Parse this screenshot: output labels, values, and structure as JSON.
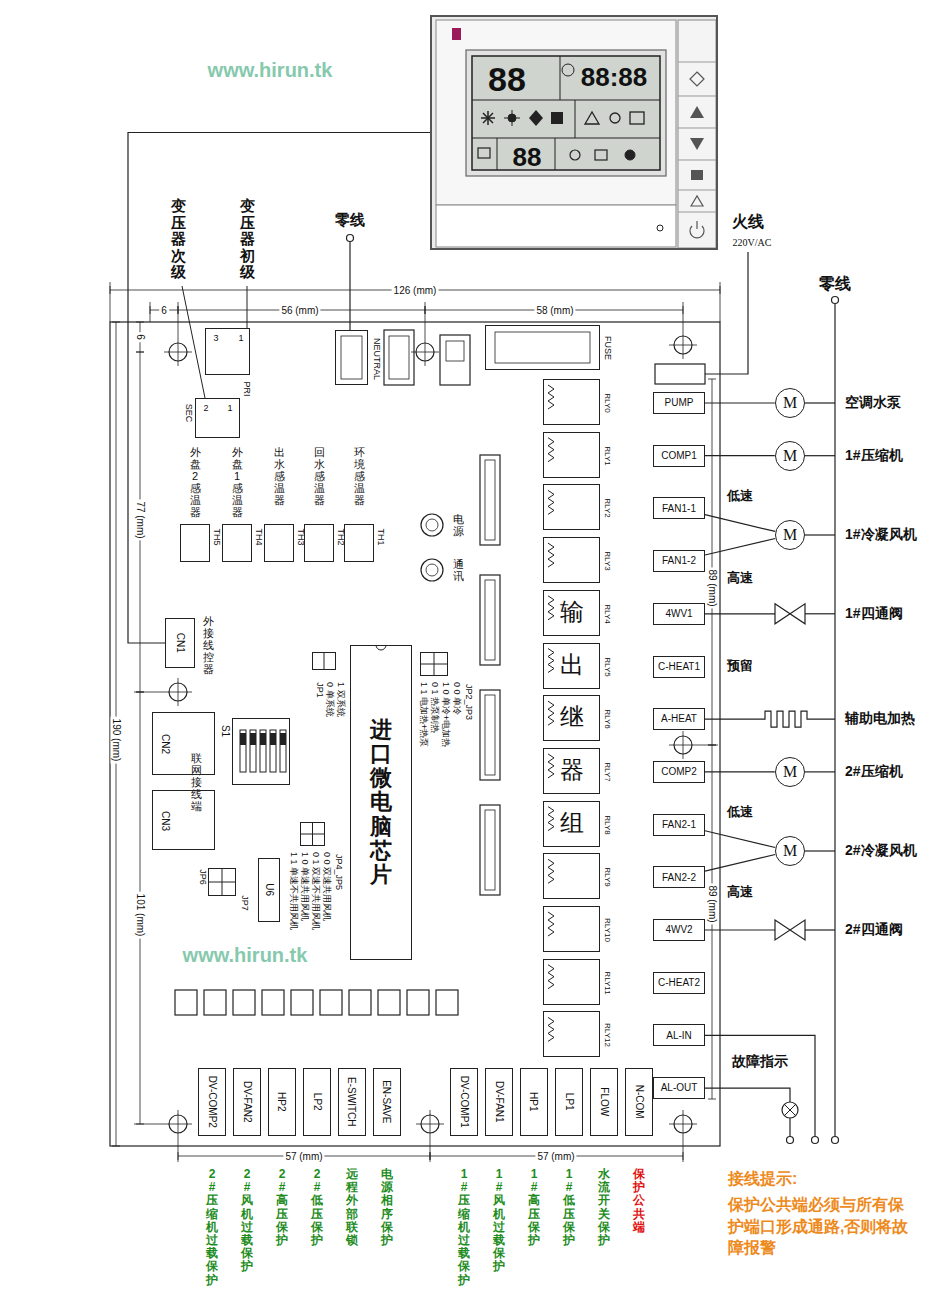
{
  "diagram": {
    "nodes": [
      {
        "text": [
          "88",
          "88:88",
          "88"
        ]
      },
      {
        "text": [
          "3",
          "1",
          "PRI"
        ]
      },
      {
        "text": [
          "NEUTRAL"
        ]
      },
      {
        "text": [
          "FUSE"
        ]
      },
      {
        "text": [
          "2",
          "1",
          "SEC"
        ]
      },
      {
        "text": [
          "TH5"
        ]
      },
      {
        "text": [
          "TH4"
        ]
      },
      {
        "text": [
          "TH3"
        ]
      },
      {
        "text": [
          "TH2"
        ]
      },
      {
        "text": [
          "TH1"
        ]
      },
      {
        "text": [
          "CN1"
        ]
      },
      {
        "text": [
          "JP1"
        ]
      },
      {
        "text": [
          "JP2_JP3"
        ]
      },
      {
        "text": [
          "进口微电脑芯片"
        ]
      },
      {
        "text": [
          "CN2"
        ]
      },
      {
        "text": [
          "S1"
        ]
      },
      {
        "text": [
          "CN3"
        ]
      },
      {
        "text": [
          "JP4_JP5"
        ]
      },
      {
        "text": [
          "JP6",
          "JP7"
        ]
      },
      {
        "text": [
          "U6"
        ]
      },
      {
        "text": [
          "RLY0"
        ]
      },
      {
        "text": [
          "RLY1"
        ]
      },
      {
        "text": [
          "RLY2"
        ]
      },
      {
        "text": [
          "RLY3"
        ]
      },
      {
        "text": [
          "输",
          "RLY4"
        ]
      },
      {
        "text": [
          "出",
          "RLY5"
        ]
      },
      {
        "text": [
          "继",
          "RLY6"
        ]
      },
      {
        "text": [
          "器",
          "RLY7"
        ]
      },
      {
        "text": [
          "组",
          "RLY8"
        ]
      },
      {
        "text": [
          "RLY9"
        ]
      },
      {
        "text": [
          "RLY10"
        ]
      },
      {
        "text": [
          "RLY11"
        ]
      },
      {
        "text": [
          "RLY12"
        ]
      },
      {
        "text": [
          "PUMP"
        ]
      },
      {
        "text": [
          "COMP1"
        ]
      },
      {
        "text": [
          "FAN1-1"
        ]
      },
      {
        "text": [
          "FAN1-2"
        ]
      },
      {
        "text": [
          "4WV1"
        ]
      },
      {
        "text": [
          "C-HEAT1"
        ]
      },
      {
        "text": [
          "A-HEAT"
        ]
      },
      {
        "text": [
          "COMP2"
        ]
      },
      {
        "text": [
          "FAN2-1"
        ]
      },
      {
        "text": [
          "FAN2-2"
        ]
      },
      {
        "text": [
          "4WV2"
        ]
      },
      {
        "text": [
          "C-HEAT2"
        ]
      },
      {
        "text": [
          "AL-IN"
        ]
      },
      {
        "text": [
          "AL-OUT"
        ]
      },
      {
        "text": [
          "M"
        ]
      },
      {
        "text": [
          "M"
        ]
      },
      {
        "text": [
          "M"
        ]
      },
      {
        "text": [
          "M"
        ]
      },
      {
        "text": [
          "M"
        ]
      },
      {
        "text": [
          "DV-COMP2"
        ]
      },
      {
        "text": [
          "DV-FAN2"
        ]
      },
      {
        "text": [
          "HP2"
        ]
      },
      {
        "text": [
          "LP2"
        ]
      },
      {
        "text": [
          "E-SWITCH"
        ]
      },
      {
        "text": [
          "EN-SAVE"
        ]
      },
      {
        "text": [
          "DV-COMP1"
        ]
      },
      {
        "text": [
          "DV-FAN1"
        ]
      },
      {
        "text": [
          "HP1"
        ]
      },
      {
        "text": [
          "LP1"
        ]
      },
      {
        "text": [
          "FLOW"
        ]
      },
      {
        "text": [
          "N-COM"
        ]
      }
    ],
    "edges": [
      {
        "from": 0,
        "to": 10,
        "arrow": "none"
      },
      {
        "from": 33,
        "to": 47,
        "arrow": "none"
      },
      {
        "from": 34,
        "to": 48,
        "arrow": "none"
      },
      {
        "from": 35,
        "to": 49,
        "arrow": "none"
      },
      {
        "from": 36,
        "to": 49,
        "arrow": "none"
      },
      {
        "from": 40,
        "to": 50,
        "arrow": "none"
      },
      {
        "from": 41,
        "to": 51,
        "arrow": "none"
      },
      {
        "from": 42,
        "to": 51,
        "arrow": "none"
      }
    ],
    "labels": [
      "变压器次级",
      "变压器初级",
      "零线",
      "火线",
      "220V/AC",
      "零线",
      "126 (mm)",
      "6",
      "56 (mm)",
      "58 (mm)",
      "6",
      "77 (mm)",
      "190 (mm)",
      "101 (mm)",
      "89 (mm)",
      "89 (mm)",
      "57 (mm)",
      "57 (mm)",
      "外盘2感温器",
      "外盘1感温器",
      "出水感温器",
      "回水感温器",
      "环境感温器",
      "电源",
      "通讯",
      "外接线控器",
      "联网接线端",
      "0 单系统",
      "1 双系统",
      "0 0 单冷",
      "1 0 单冷+电加热",
      "0 1 热泵制热",
      "1 1 电加热+热泵",
      "0 0 双速共用风机",
      "0 1 双速不共用风机",
      "1 0 单速共用风机",
      "1 1 单速不共用风机",
      "2#压缩机过载保护",
      "2#风机过载保护",
      "2#高压保护",
      "2#低压保护",
      "远程外部联锁",
      "电源相序保护",
      "1#压缩机过载保护",
      "1#风机过载保护",
      "1#高压保护",
      "1#低压保护",
      "水流开关保护",
      "保护公共端",
      "空调水泵",
      "1#压缩机",
      "低速",
      "1#冷凝风机",
      "高速",
      "1#四通阀",
      "预留",
      "辅助电加热",
      "2#压缩机",
      "低速",
      "2#冷凝风机",
      "高速",
      "2#四通阀",
      "故障指示",
      "接线提示:",
      "保护公共端必须与所有保护端口形成通路,否则将故障报警",
      "www.hirun.tk",
      "www.hirun.tk"
    ]
  }
}
